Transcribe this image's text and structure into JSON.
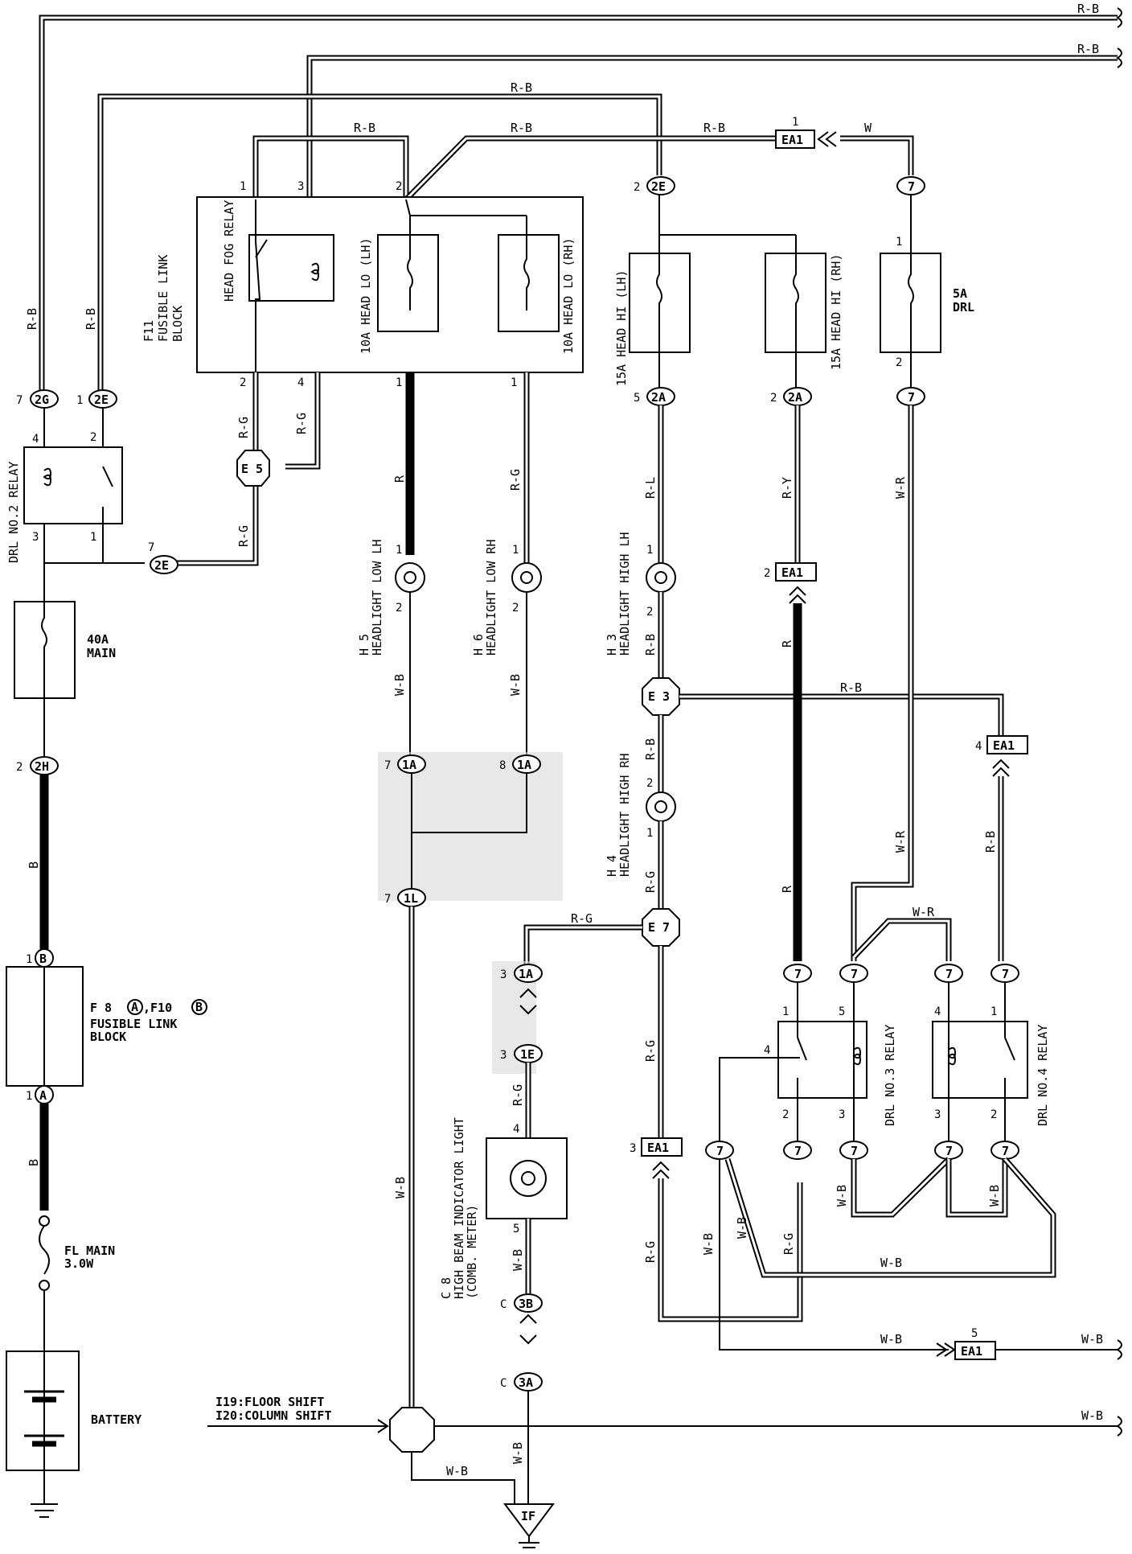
{
  "wire_colors": {
    "rb": "R-B",
    "rg": "R-G",
    "r": "R",
    "rl": "R-L",
    "ry": "R-Y",
    "wr": "W-R",
    "wb": "W-B",
    "b": "B",
    "w": "W"
  },
  "components": {
    "head_fog_relay": "HEAD FOG RELAY",
    "head_lo_lh": "10A HEAD LO (LH)",
    "head_lo_rh": "10A HEAD LO (RH)",
    "f11_id": "F11",
    "f11_name1": "FUSIBLE LINK",
    "f11_name2": "BLOCK",
    "head_hi_lh": "15A HEAD HI (LH)",
    "head_hi_rh": "15A HEAD HI (RH)",
    "drl_fuse_a": "5A",
    "drl_fuse_b": "DRL",
    "drl2_relay": "DRL NO.2 RELAY",
    "main_fuse_a": "40A",
    "main_fuse_b": "MAIN",
    "h5_id": "H 5",
    "h5_name": "HEADLIGHT LOW LH",
    "h6_id": "H 6",
    "h6_name": "HEADLIGHT LOW RH",
    "h3_id": "H 3",
    "h3_name": "HEADLIGHT HIGH LH",
    "h4_id": "H 4",
    "h4_name": "HEADLIGHT HIGH RH",
    "f8_title": "F 8",
    "f8_sep": ",F10",
    "f8_a": "A",
    "f8_b": "B",
    "f8_name1": "FUSIBLE LINK",
    "f8_name2": "BLOCK",
    "fl_main_a": "FL MAIN",
    "fl_main_b": "3.0W",
    "battery": "BATTERY",
    "c8_id": "C 8",
    "c8_name1": "HIGH BEAM INDICATOR LIGHT",
    "c8_name2": "(COMB. METER)",
    "drl3_relay": "DRL NO.3 RELAY",
    "drl4_relay": "DRL NO.4 RELAY",
    "i19": "I19:FLOOR SHIFT",
    "i20": "I20:COLUMN SHIFT",
    "ground": "IF"
  },
  "connectors": {
    "c2g": "2G",
    "c2e": "2E",
    "c2a": "2A",
    "c2h": "2H",
    "c1a": "1A",
    "c1l": "1L",
    "c1e": "1E",
    "c3b": "3B",
    "c3a": "3A",
    "c7": "7",
    "ea1": "EA1",
    "e5": "E 5",
    "e3": "E 3",
    "e7": "E 7",
    "b": "B",
    "a": "A"
  },
  "pins": {
    "p1": "1",
    "p2": "2",
    "p3": "3",
    "p4": "4",
    "p5": "5",
    "p7": "7",
    "p8": "8",
    "pc": "C"
  }
}
